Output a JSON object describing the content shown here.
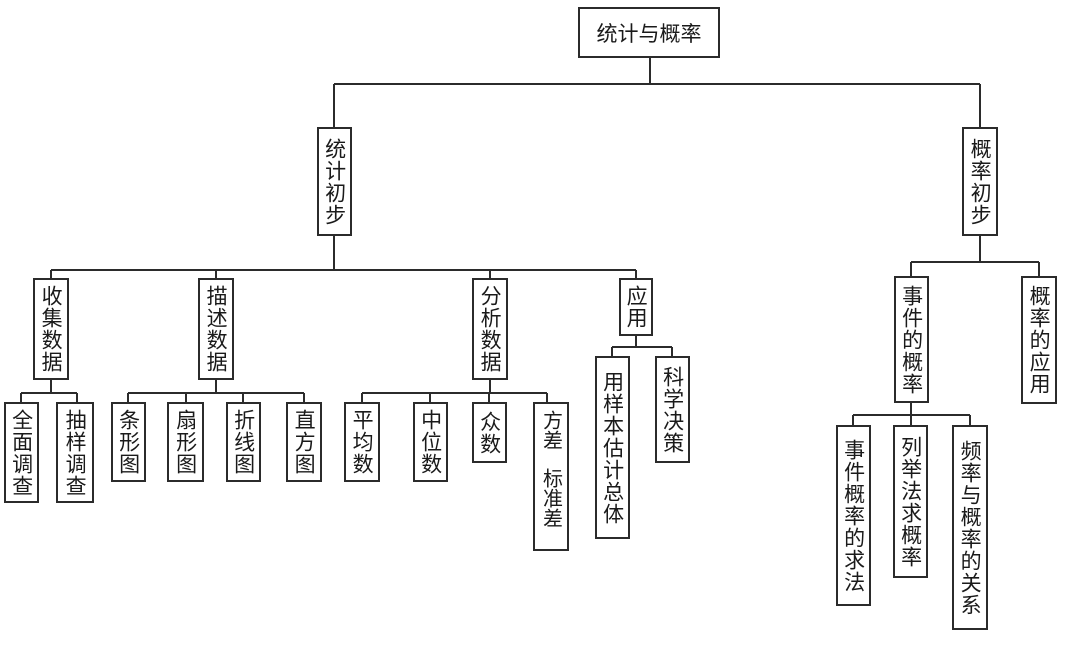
{
  "root": "统计与概率",
  "stats": {
    "label": "统计初步",
    "collect": {
      "label": "收集数据",
      "items": [
        "全面调查",
        "抽样调查"
      ]
    },
    "describe": {
      "label": "描述数据",
      "items": [
        "条形图",
        "扇形图",
        "折线图",
        "直方图"
      ]
    },
    "analyze": {
      "label": "分析数据",
      "items": [
        "平均数",
        "中位数",
        "众数",
        "方差",
        "标准差"
      ]
    },
    "apply": {
      "label": "应用",
      "items": [
        "用样本估计总体",
        "科学决策"
      ]
    }
  },
  "prob": {
    "label": "概率初步",
    "events": {
      "label": "事件的概率",
      "items": [
        "事件概率的求法",
        "列举法求概率",
        "频率与概率的关系"
      ]
    },
    "application": {
      "label": "概率的应用"
    }
  }
}
